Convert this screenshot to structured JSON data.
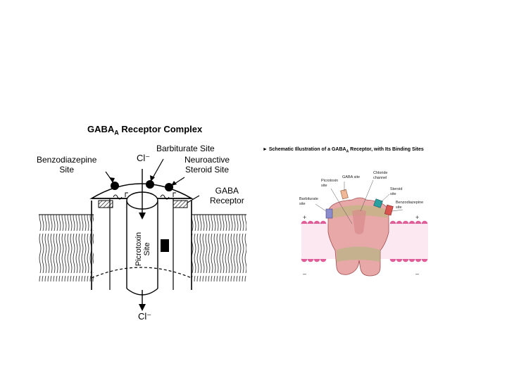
{
  "left_diagram": {
    "title_main": "GABA",
    "title_sub": "A",
    "title_rest": " Receptor Complex",
    "labels": {
      "benzodiazepine": "Benzodiazepine\nSite",
      "chloride_top": "Cl⁻",
      "barbiturate": "Barbiturate Site",
      "neurosteroid": "Neuroactive\nSteroid Site",
      "gaba_receptor": "GABA\nReceptor",
      "picrotoxin": "Picrotoxin\nSite",
      "chloride_bottom": "Cl⁻"
    }
  },
  "right_diagram": {
    "title_prefix": "► Schematic Illustration of a GABA",
    "title_sub": "A",
    "title_rest": " Receptor, with Its Binding Sites",
    "labels": {
      "picrotoxin": "Picrotoxin\nsite",
      "gaba": "GABA site",
      "chloride": "Chloride\nchannel",
      "steroid": "Steroid\nsite",
      "barbiturate": "Barbiturate\nsite",
      "benzodiazepine": "Benzodiazepine\nsite"
    },
    "signs": {
      "plus_left": "+",
      "plus_right": "+",
      "minus_left": "–",
      "minus_right": "–"
    },
    "colors": {
      "membrane": "#e05d9a",
      "receptor": "#e89a9a",
      "gaba_site": "#f0b896",
      "steroid_site": "#2aa0a0",
      "barbiturate_site": "#8c8ccd",
      "benzodiazepine_site": "#d9534f"
    }
  }
}
